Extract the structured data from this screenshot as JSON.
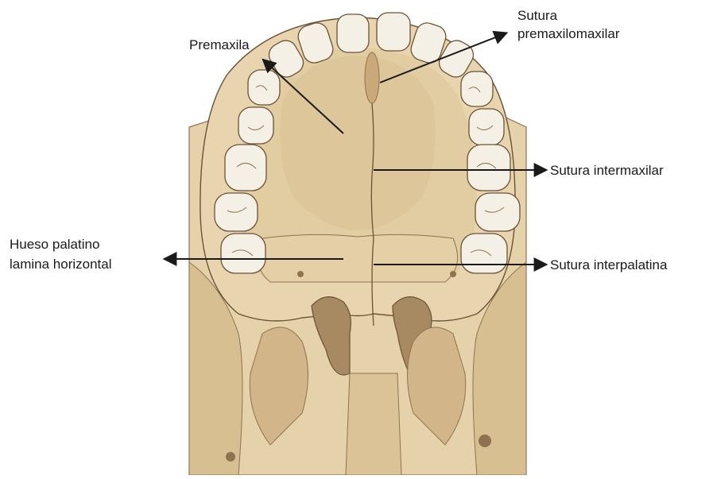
{
  "labels": {
    "premaxila": "Premaxila",
    "sutura_premax_line1": "Sutura",
    "sutura_premax_line2": "premaxilomaxilar",
    "sutura_intermaxilar": "Sutura intermaxilar",
    "hueso_palatino_line1": "Hueso palatino",
    "hueso_palatino_line2": "lamina horizontal",
    "sutura_interpalatina": "Sutura interpalatina"
  },
  "colors": {
    "bone": "#e8d5b0",
    "bone_mid": "#dcc397",
    "bone_dark": "#c9a97a",
    "bone_shadow": "#8f7350",
    "outline": "#6b5236",
    "tooth": "#f4f0e6",
    "tooth_shade": "#ddd5c3",
    "arrow": "#1a1a1a"
  }
}
